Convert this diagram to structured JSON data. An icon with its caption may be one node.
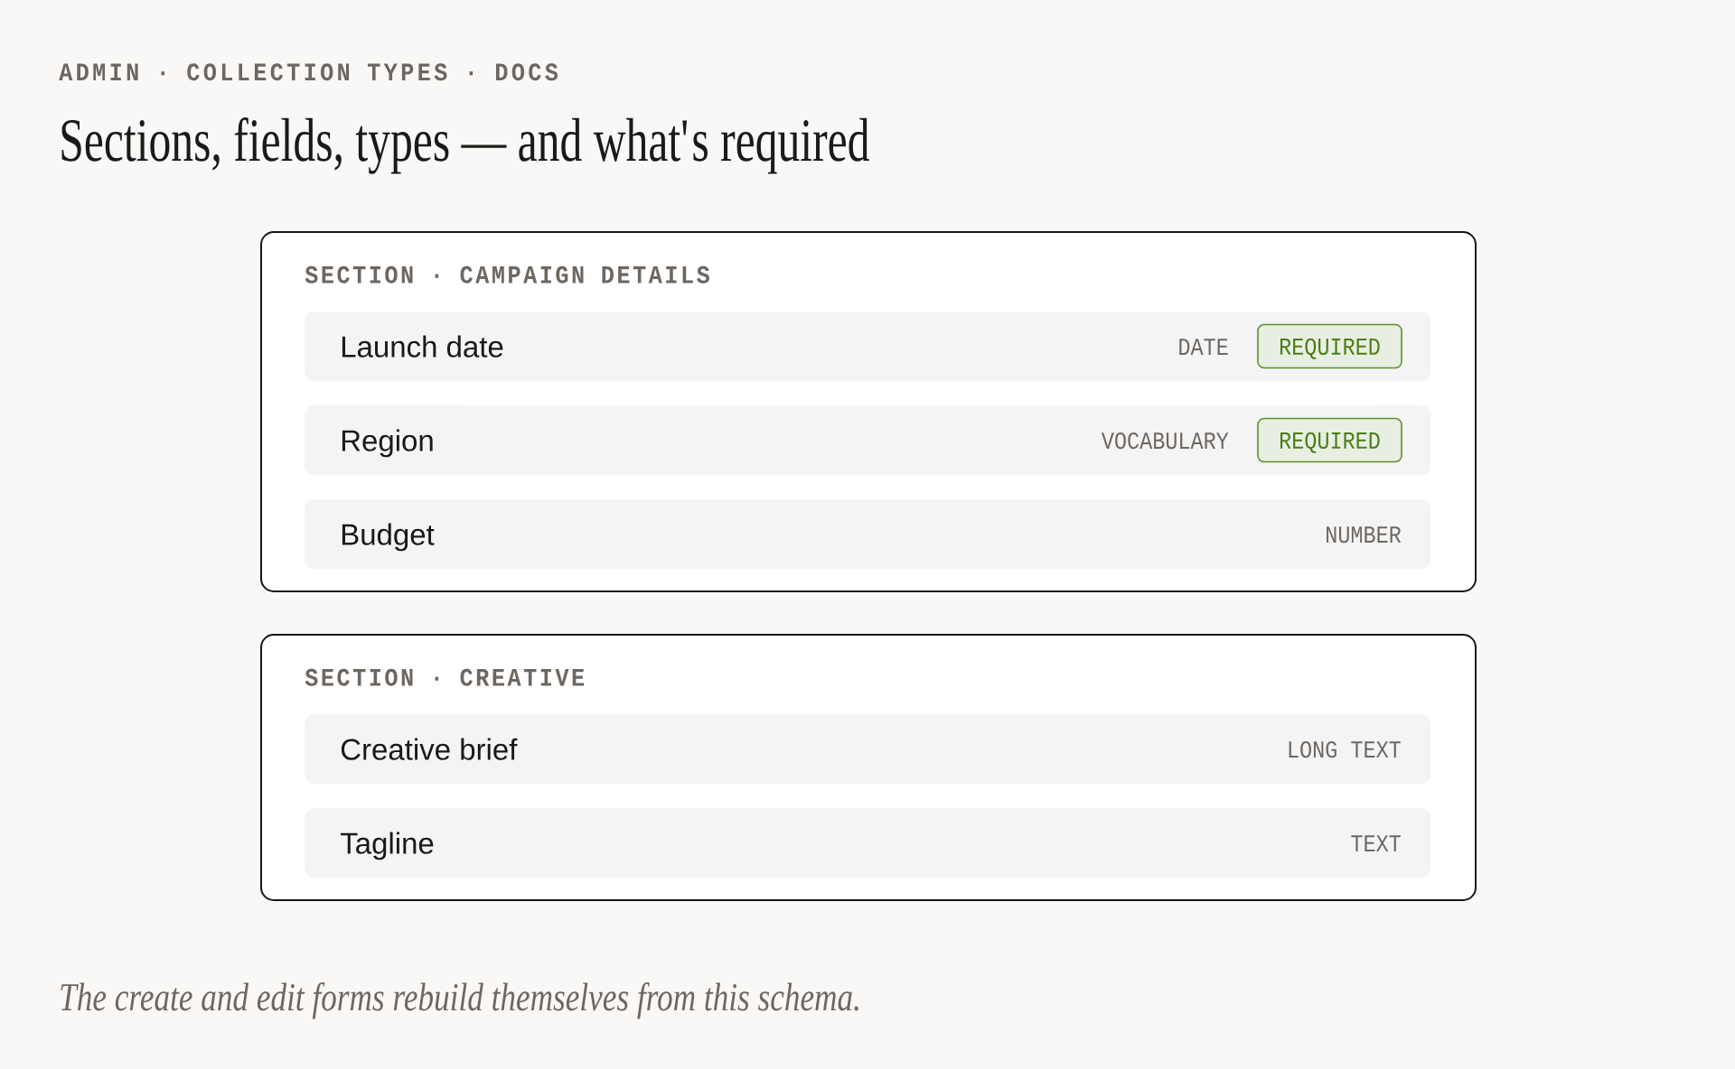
{
  "diagram": {
    "title": "Sections, fields, types — and what's required",
    "caption": "The create and edit forms rebuild themselves from this schema.",
    "nodes": [
      {
        "text": [
          "SECTION · CAMPAIGN DETAILS"
        ]
      },
      {
        "text": [
          "Launch date",
          "DATE"
        ],
        "in": 0
      },
      {
        "text": [
          "REQUIRED"
        ],
        "in": 1
      },
      {
        "text": [
          "Region",
          "VOCABULARY"
        ],
        "in": 0
      },
      {
        "text": [
          "REQUIRED"
        ],
        "in": 3
      },
      {
        "text": [
          "Budget",
          "NUMBER"
        ],
        "in": 0
      },
      {
        "text": [
          "SECTION · CREATIVE"
        ]
      },
      {
        "text": [
          "Creative brief",
          "LONG TEXT"
        ],
        "in": 6
      },
      {
        "text": [
          "Tagline",
          "TEXT"
        ],
        "in": 6
      }
    ],
    "labels": [
      "ADMIN · COLLECTION TYPES · DOCS"
    ]
  }
}
